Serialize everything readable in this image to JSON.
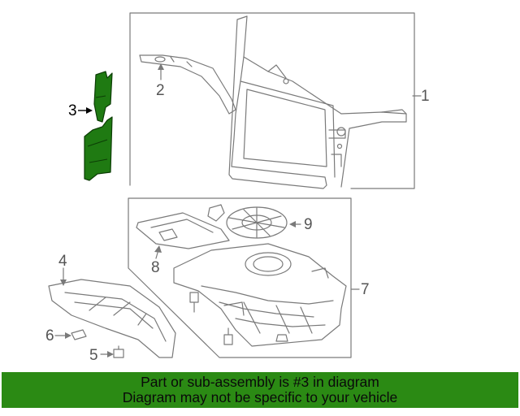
{
  "diagram": {
    "callouts": [
      {
        "id": "1",
        "label": "1",
        "highlight": false
      },
      {
        "id": "2",
        "label": "2",
        "highlight": false
      },
      {
        "id": "3",
        "label": "3",
        "highlight": true
      },
      {
        "id": "4",
        "label": "4",
        "highlight": false
      },
      {
        "id": "5",
        "label": "5",
        "highlight": false
      },
      {
        "id": "6",
        "label": "6",
        "highlight": false
      },
      {
        "id": "7",
        "label": "7",
        "highlight": false
      },
      {
        "id": "8",
        "label": "8",
        "highlight": false
      },
      {
        "id": "9",
        "label": "9",
        "highlight": false
      }
    ],
    "highlight_color": "#1f7a12",
    "line_color": "#7a7a7a"
  },
  "footer": {
    "line1": "Part or sub-assembly is #3 in diagram",
    "line2": "Diagram may not be specific to your vehicle",
    "background": "#2b8a14"
  }
}
